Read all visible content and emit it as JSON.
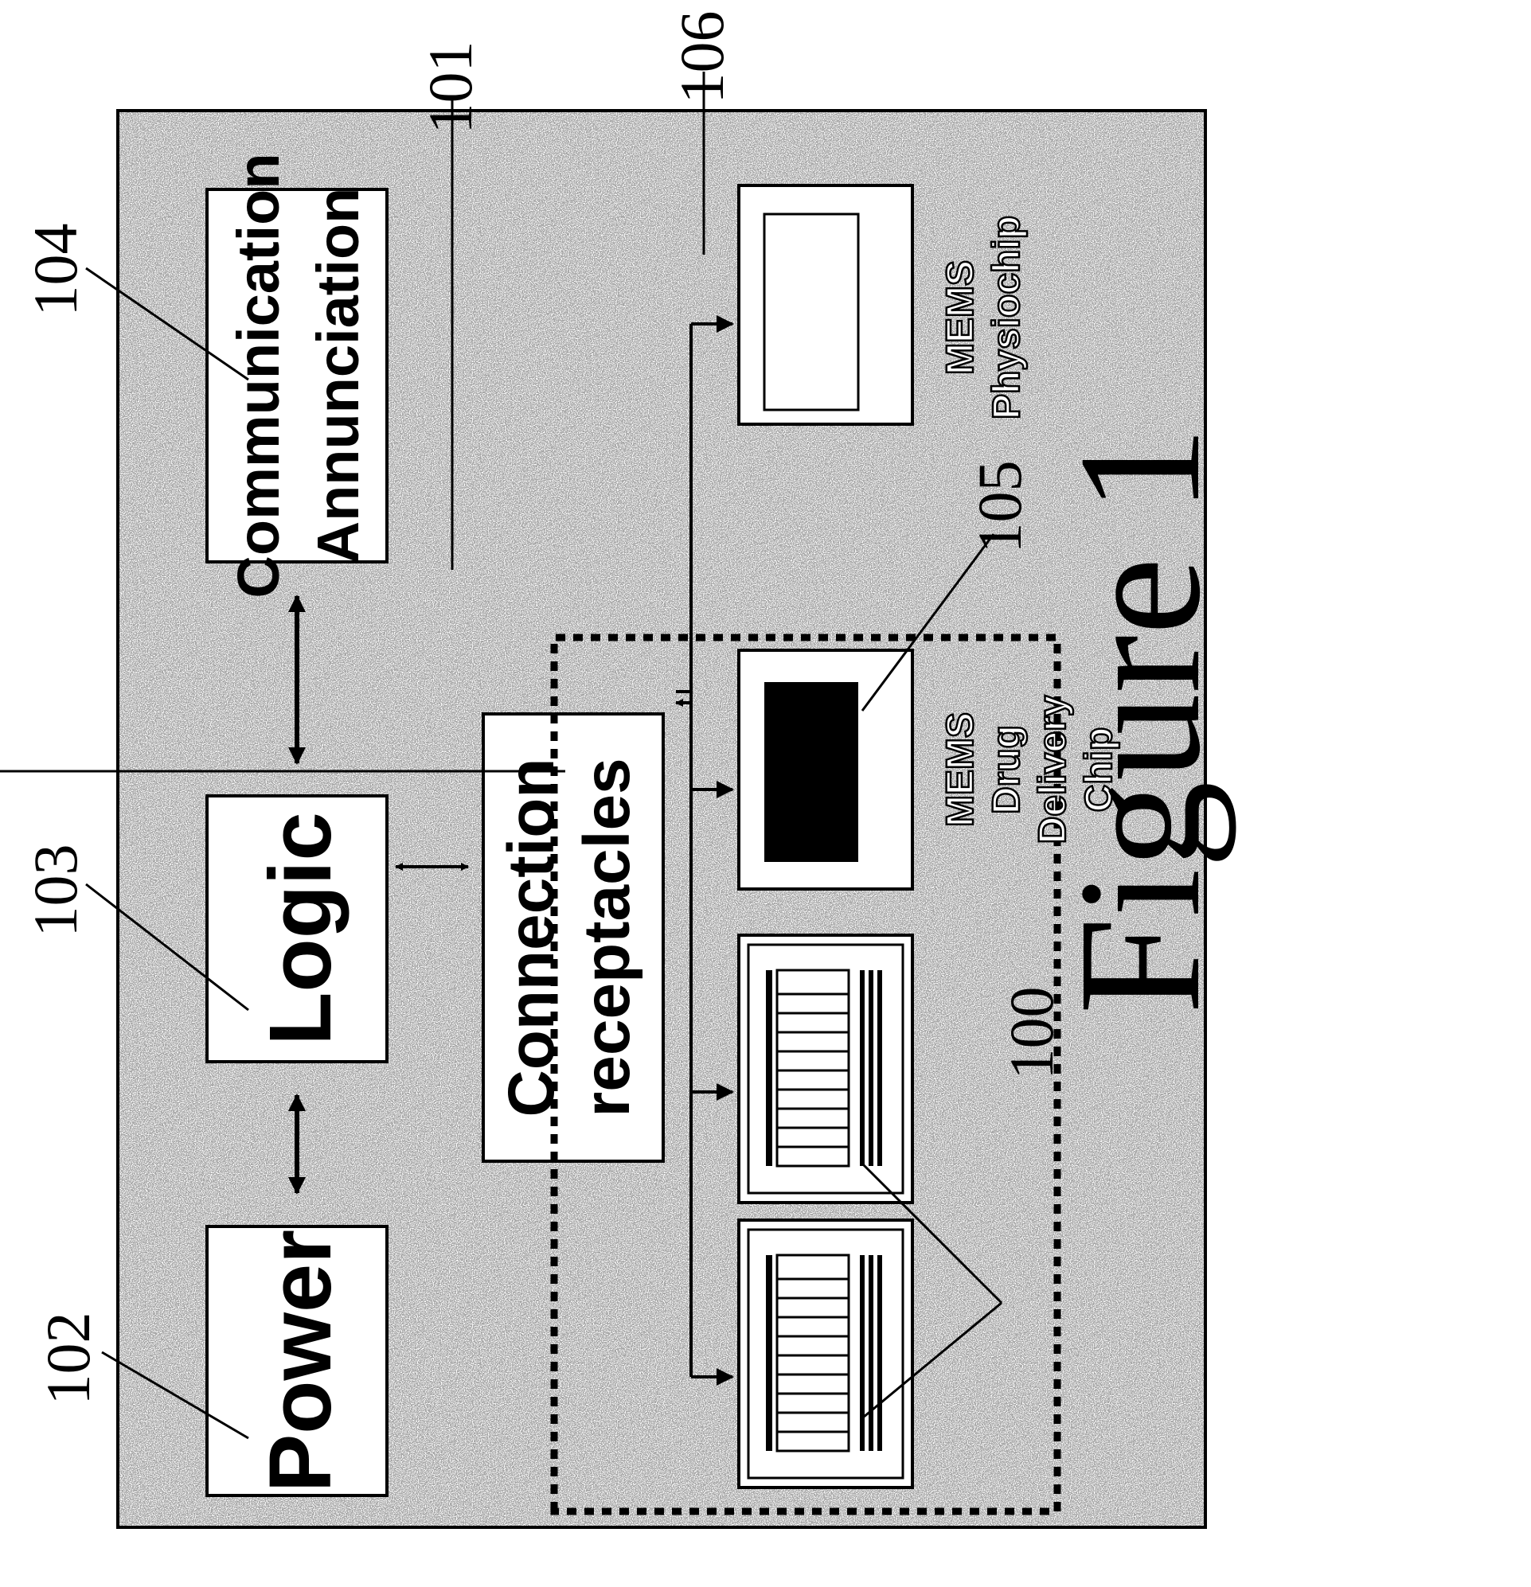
{
  "figure_caption": "Figure 1",
  "blocks": {
    "power": "Power",
    "logic": "Logic",
    "communication_line1": "Communication",
    "communication_line2": "Annunciation",
    "connection_line1": "Connection",
    "connection_line2": "receptacles"
  },
  "chip_labels": {
    "drug_delivery": [
      "MEMS",
      "Drug",
      "Delivery",
      "Chip"
    ],
    "physiochip": [
      "MEMS",
      "Physiochip"
    ]
  },
  "reference_numerals": {
    "sensor_modules": "100",
    "connection": "101",
    "power": "102",
    "logic": "103",
    "communication": "104",
    "drug_delivery": "105",
    "physiochip": "106"
  }
}
